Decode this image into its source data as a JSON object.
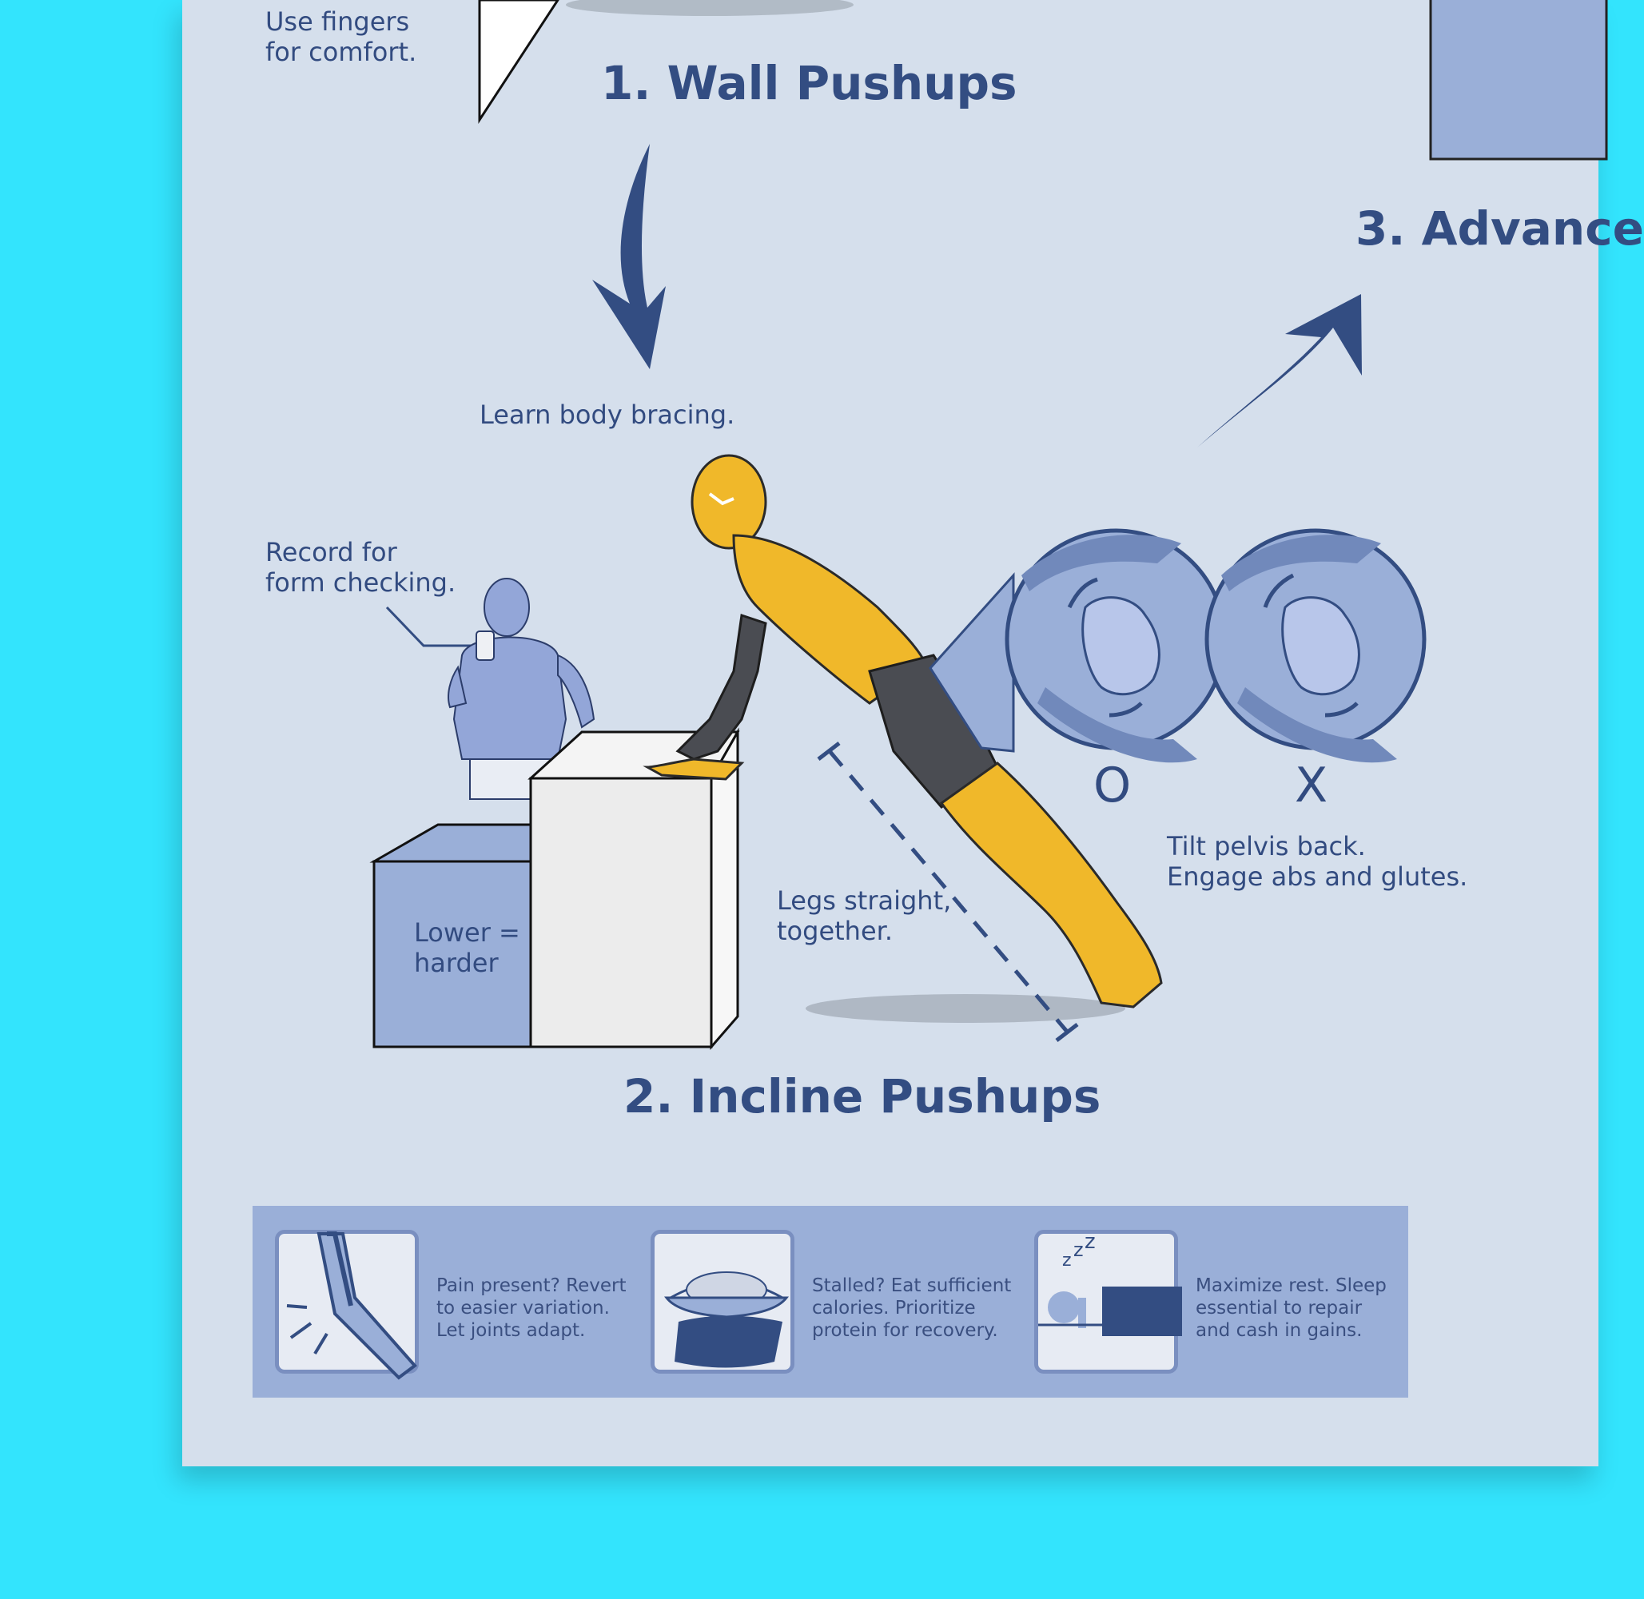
{
  "colors": {
    "background": "#33e4fd",
    "poster": "#d5dfec",
    "navy": "#334d82",
    "periwinkle": "#9aafd8",
    "gold": "#f0b82a",
    "dark_gray": "#4a4c52"
  },
  "notes": {
    "fingers": "Use fingers\nfor comfort.",
    "bracing": "Learn body bracing.",
    "record": "Record for\nform checking.",
    "lower": "Lower =\nharder",
    "legs": "Legs straight,\ntogether.",
    "pelvis": "Tilt pelvis back.\nEngage abs and glutes."
  },
  "steps": {
    "step1": "1. Wall Pushups",
    "step2": "2. Incline Pushups",
    "step3": "3. Advance"
  },
  "pelvis_marks": {
    "correct": "O",
    "wrong": "X"
  },
  "tips": [
    {
      "icon": "joint-pain-icon",
      "text": "Pain present? Revert\nto easier variation.\nLet joints adapt."
    },
    {
      "icon": "food-bowl-icon",
      "text": "Stalled? Eat sufficient\ncalories. Prioritize\nprotein for recovery."
    },
    {
      "icon": "sleep-icon",
      "text": "Maximize rest. Sleep\nessential to repair\nand cash in gains."
    }
  ]
}
